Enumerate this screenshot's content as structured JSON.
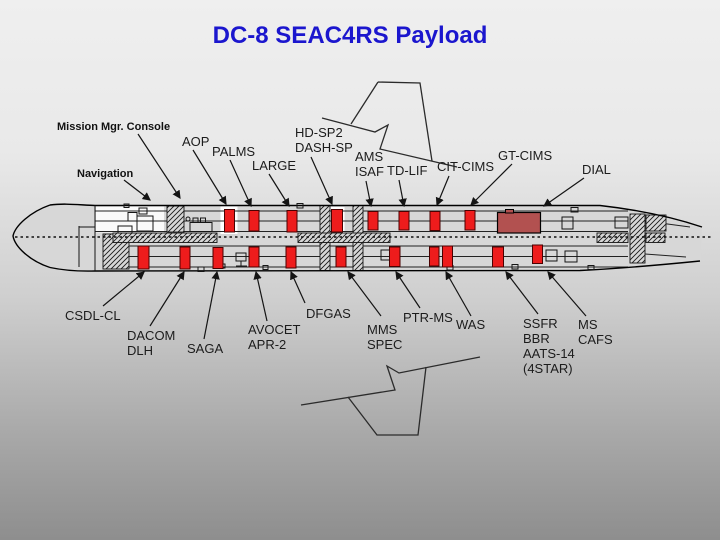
{
  "slide": {
    "title": "DC-8 SEAC4RS Payload"
  },
  "colors": {
    "title_blue": "#1b16ce",
    "instrument_red": "#ee1c1c",
    "dial_red": "#b25150",
    "background_top": "#efefef",
    "background_bottom": "#8e8e8e"
  },
  "diagram": {
    "aircraft": "DC-8",
    "top_labels": [
      {
        "id": "mission-mgr-console",
        "lines": [
          "Mission Mgr. Console"
        ]
      },
      {
        "id": "navigation",
        "lines": [
          "Navigation"
        ]
      },
      {
        "id": "aop",
        "lines": [
          "AOP"
        ]
      },
      {
        "id": "palms",
        "lines": [
          "PALMS"
        ]
      },
      {
        "id": "large",
        "lines": [
          "LARGE"
        ]
      },
      {
        "id": "hd-sp2-dash-sp",
        "lines": [
          "HD-SP2",
          "DASH-SP"
        ]
      },
      {
        "id": "ams-isaf",
        "lines": [
          "AMS",
          "ISAF"
        ]
      },
      {
        "id": "td-lif",
        "lines": [
          "TD-LIF"
        ]
      },
      {
        "id": "cit-cims",
        "lines": [
          "CIT-CIMS"
        ]
      },
      {
        "id": "gt-cims",
        "lines": [
          "GT-CIMS"
        ]
      },
      {
        "id": "dial",
        "lines": [
          "DIAL"
        ]
      }
    ],
    "bottom_labels": [
      {
        "id": "csdl-cl",
        "lines": [
          "CSDL-CL"
        ]
      },
      {
        "id": "dacom-dlh",
        "lines": [
          "DACOM",
          "DLH"
        ]
      },
      {
        "id": "saga",
        "lines": [
          "SAGA"
        ]
      },
      {
        "id": "avocet-apr-2",
        "lines": [
          "AVOCET",
          "APR-2"
        ]
      },
      {
        "id": "dfgas",
        "lines": [
          "DFGAS"
        ]
      },
      {
        "id": "mms-spec",
        "lines": [
          "MMS",
          "SPEC"
        ]
      },
      {
        "id": "ptr-ms",
        "lines": [
          "PTR-MS"
        ]
      },
      {
        "id": "was",
        "lines": [
          "WAS"
        ]
      },
      {
        "id": "ssfr-bbr-aats-14-4star",
        "lines": [
          "SSFR",
          "BBR",
          "AATS-14",
          "(4STAR)"
        ]
      },
      {
        "id": "ms-cafs",
        "lines": [
          "MS",
          "CAFS"
        ]
      }
    ]
  }
}
